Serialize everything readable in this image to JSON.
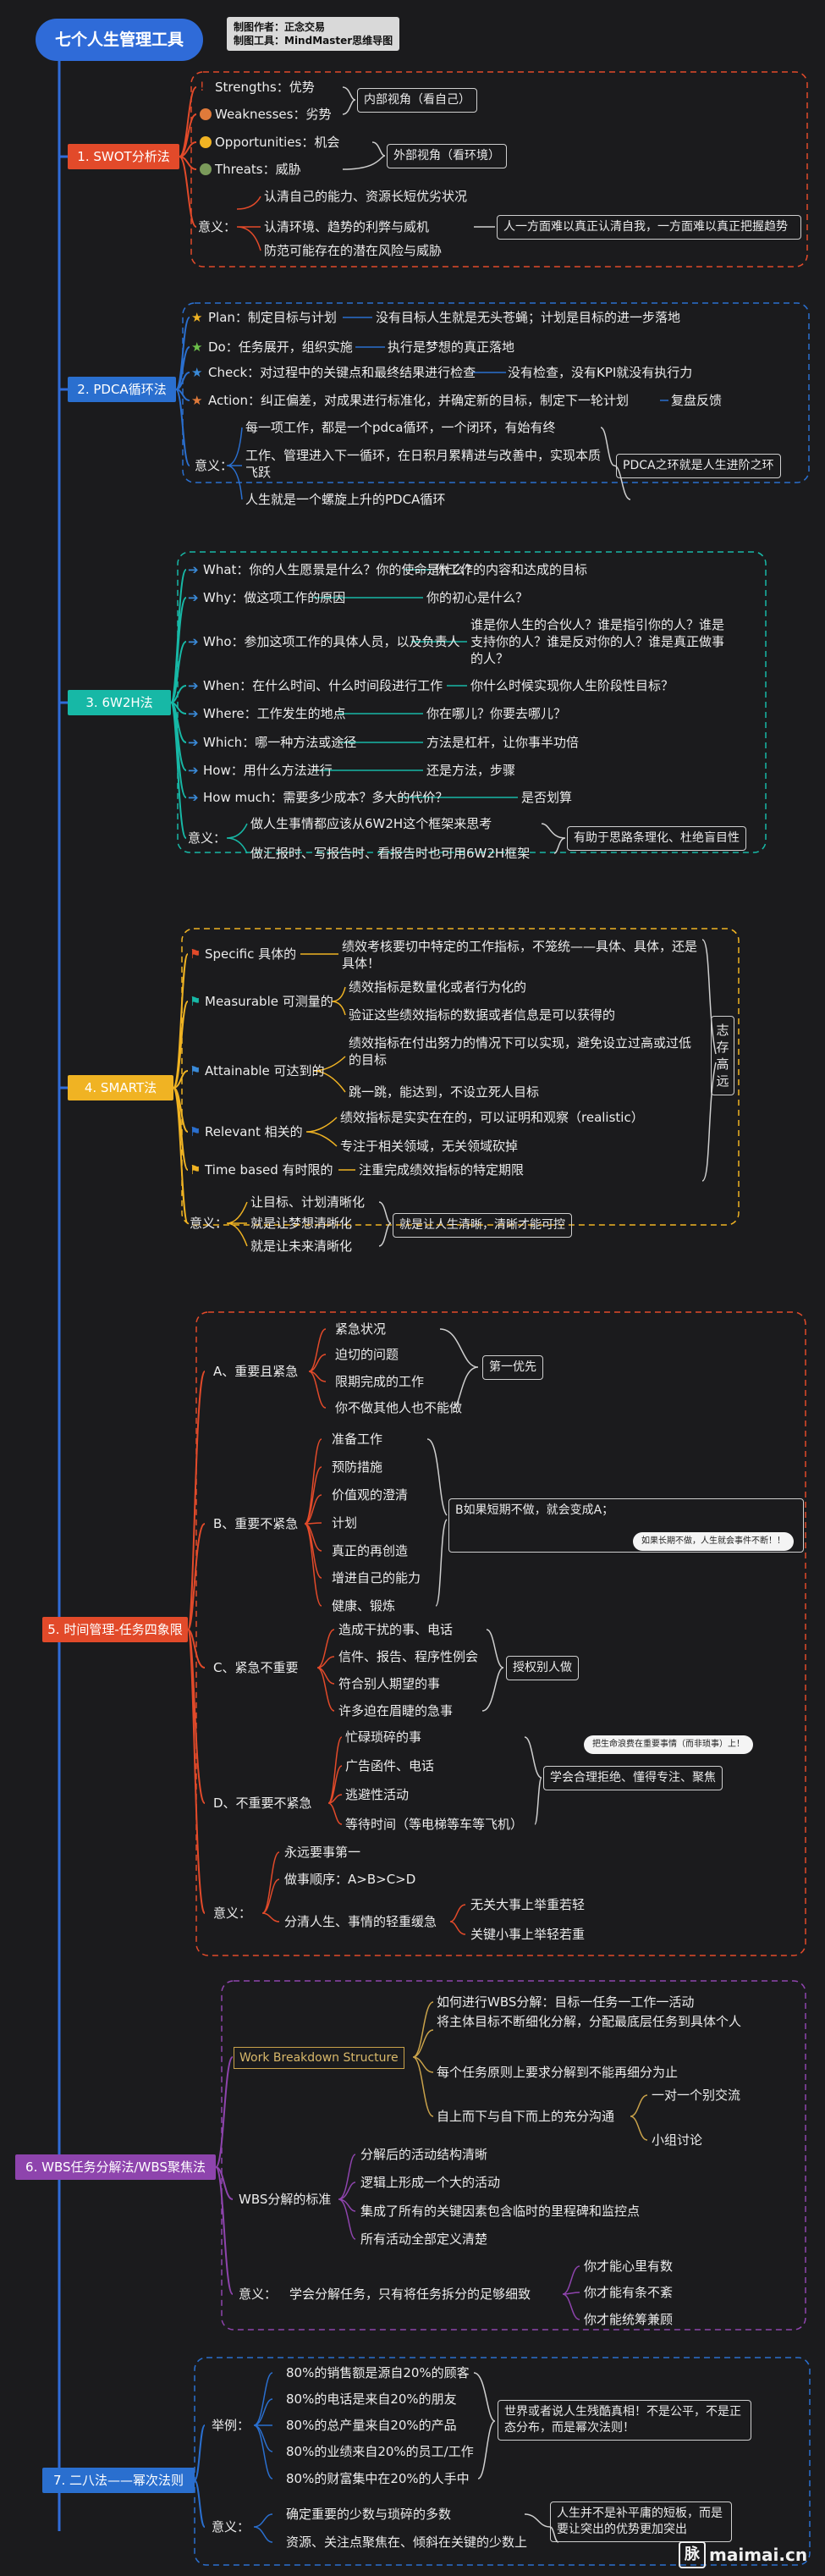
{
  "root": {
    "title": "七个人生管理工具"
  },
  "header": {
    "author": "制图作者：正念交易",
    "tool": "制图工具：MindMaster思维导图"
  },
  "sections": [
    {
      "label": "1. SWOT分析法",
      "color": "#e24a2a"
    },
    {
      "label": "2. PDCA循环法",
      "color": "#2a6fcf"
    },
    {
      "label": "3. 6W2H法",
      "color": "#17b8a6"
    },
    {
      "label": "4. SMART法",
      "color": "#f0b323"
    },
    {
      "label": "5. 时间管理-任务四象限",
      "color": "#e24a2a"
    },
    {
      "label": "6. WBS任务分解法/WBS聚焦法",
      "color": "#8e44ad"
    },
    {
      "label": "7. 二八法——幂次法则",
      "color": "#2a6fcf"
    }
  ],
  "swot": {
    "items": [
      {
        "icon": "strength-icon",
        "label": "Strengths：优势"
      },
      {
        "icon": "weakness-icon",
        "label": "Weaknesses：劣势"
      },
      {
        "icon": "opportunity-icon",
        "label": "Opportunities：机会"
      },
      {
        "icon": "threat-icon",
        "label": "Threats：威胁"
      }
    ],
    "inner_note": "内部视角（看自己）",
    "outer_note": "外部视角（看环境）",
    "meaning_label": "意义：",
    "meaning": [
      "认清自己的能力、资源长短优劣状况",
      "认清环境、趋势的利弊与威机",
      "防范可能存在的潜在风险与威胁"
    ],
    "meaning_note": "人一方面难以真正认清自我，一方面难以真正把握趋势"
  },
  "pdca": {
    "items": [
      {
        "label": "Plan：制定目标与计划",
        "detail": "没有目标人生就是无头苍蝇；计划是目标的进一步落地"
      },
      {
        "label": "Do：任务展开，组织实施",
        "detail": "执行是梦想的真正落地"
      },
      {
        "label": "Check：对过程中的关键点和最终结果进行检查",
        "detail": "没有检查，没有KPI就没有执行力"
      },
      {
        "label": "Action：纠正偏差，对成果进行标准化，并确定新的目标，制定下一轮计划",
        "detail": "复盘反馈"
      }
    ],
    "meaning_label": "意义：",
    "meaning": [
      "每一项工作，都是一个pdca循环，一个闭环，有始有终",
      "工作、管理进入下一循环，在日积月累精进与改善中，实现本质飞跃",
      "人生就是一个螺旋上升的PDCA循环"
    ],
    "meaning_note": "PDCA之环就是人生进阶之环"
  },
  "w6h2": {
    "items": [
      {
        "label": "What：你的人生愿景是什么？你的使命是什么？",
        "detail": "你工作的内容和达成的目标"
      },
      {
        "label": "Why：做这项工作的原因",
        "detail": "你的初心是什么？"
      },
      {
        "label": "Who：参加这项工作的具体人员，以及负责人",
        "detail": "谁是你人生的合伙人？谁是指引你的人？谁是支持你的人？谁是反对你的人？谁是真正做事的人？"
      },
      {
        "label": "When：在什么时间、什么时间段进行工作",
        "detail": "你什么时候实现你人生阶段性目标？"
      },
      {
        "label": "Where：工作发生的地点",
        "detail": "你在哪儿？你要去哪儿？"
      },
      {
        "label": "Which：哪一种方法或途径",
        "detail": "方法是杠杆，让你事半功倍"
      },
      {
        "label": "How：用什么方法进行",
        "detail": "还是方法，步骤"
      },
      {
        "label": "How much：需要多少成本？多大的代价？",
        "detail": "是否划算"
      }
    ],
    "meaning_label": "意义：",
    "meaning": [
      "做人生事情都应该从6W2H这个框架来思考",
      "做汇报时、写报告时、看报告时也可用6W2H框架"
    ],
    "meaning_note": "有助于思路条理化、杜绝盲目性"
  },
  "smart": {
    "items": [
      {
        "label": "Specific 具体的",
        "details": [
          "绩效考核要切中特定的工作指标，不笼统——具体、具体，还是具体！"
        ]
      },
      {
        "label": "Measurable 可测量的",
        "details": [
          "绩效指标是数量化或者行为化的",
          "验证这些绩效指标的数据或者信息是可以获得的"
        ]
      },
      {
        "label": "Attainable 可达到的",
        "details": [
          "绩效指标在付出努力的情况下可以实现，避免设立过高或过低的目标",
          "跳一跳，能达到，不设立死人目标"
        ]
      },
      {
        "label": "Relevant 相关的",
        "details": [
          "绩效指标是实实在在的，可以证明和观察（realistic）",
          "专注于相关领域，无关领域砍掉"
        ]
      },
      {
        "label": "Time based 有时限的",
        "details": [
          "注重完成绩效指标的特定期限"
        ]
      }
    ],
    "side_note": "志存高远",
    "meaning_label": "意义：",
    "meaning": [
      "让目标、计划清晰化",
      "就是让梦想清晰化",
      "就是让未来清晰化"
    ],
    "meaning_note": "就是让人生清晰，清晰才能可控"
  },
  "quadrant": {
    "groups": [
      {
        "label": "A、重要且紧急",
        "items": [
          "紧急状况",
          "迫切的问题",
          "限期完成的工作",
          "你不做其他人也不能做"
        ],
        "note": "第一优先"
      },
      {
        "label": "B、重要不紧急",
        "items": [
          "准备工作",
          "预防措施",
          "价值观的澄清",
          "计划",
          "真正的再创造",
          "增进自己的能力",
          "健康、锻炼"
        ],
        "note": "B如果短期不做，就会变成A；"
      },
      {
        "label": "C、紧急不重要",
        "items": [
          "造成干扰的事、电话",
          "信件、报告、程序性例会",
          "符合别人期望的事",
          "许多迫在眉睫的急事"
        ],
        "note": "授权别人做"
      },
      {
        "label": "D、不重要不紧急",
        "items": [
          "忙碌琐碎的事",
          "广告函件、电话",
          "逃避性活动",
          "等待时间（等电梯等车等飞机）"
        ],
        "note": "学会合理拒绝、懂得专注、聚焦"
      }
    ],
    "bubble_b": "如果长期不做，人生就会事件不断！！",
    "bubble_d": "把生命浪费在重要事情（而非琐事）上！",
    "meaning_label": "意义：",
    "meaning": [
      "永远要事第一",
      "做事顺序：A>B>C>D",
      "分清人生、事情的轻重缓急"
    ],
    "meaning_sub": [
      "无关大事上举重若轻",
      "关键小事上举轻若重"
    ]
  },
  "wbs": {
    "structure_label": "Work Breakdown Structure",
    "structure_items": [
      "如何进行WBS分解：目标一任务一工作一活动",
      "将主体目标不断细化分解，分配最底层任务到具体个人",
      "每个任务原则上要求分解到不能再细分为止",
      "自上而下与自下而上的充分沟通"
    ],
    "comm_items": [
      "一对一个别交流",
      "小组讨论"
    ],
    "standard_label": "WBS分解的标准",
    "standard_items": [
      "分解后的活动结构清晰",
      "逻辑上形成一个大的活动",
      "集成了所有的关键因素包含临时的里程碑和监控点",
      "所有活动全部定义清楚"
    ],
    "meaning_label": "意义：",
    "meaning": "学会分解任务，只有将任务拆分的足够细致",
    "meaning_results": [
      "你才能心里有数",
      "你才能有条不紊",
      "你才能统筹兼顾"
    ]
  },
  "pareto": {
    "example_label": "举例：",
    "examples": [
      "80%的销售额是源自20%的顾客",
      "80%的电话是来自20%的朋友",
      "80%的总产量来自20%的产品",
      "80%的业绩来自20%的员工/工作",
      "80%的财富集中在20%的人手中"
    ],
    "example_note": "世界或者说人生残酷真相！不是公平，不是正态分布，而是幂次法则！",
    "meaning_label": "意义：",
    "meaning": [
      "确定重要的少数与琐碎的多数",
      "资源、关注点聚焦在、倾斜在关键的少数上"
    ],
    "meaning_note": "人生并不是补平庸的短板，而是要让突出的优势更加突出"
  },
  "watermark": {
    "logo": "脉",
    "site": "maimai.cn"
  },
  "colors": {
    "background": "#1b1b1d",
    "trunk": "#2f6bd8"
  }
}
